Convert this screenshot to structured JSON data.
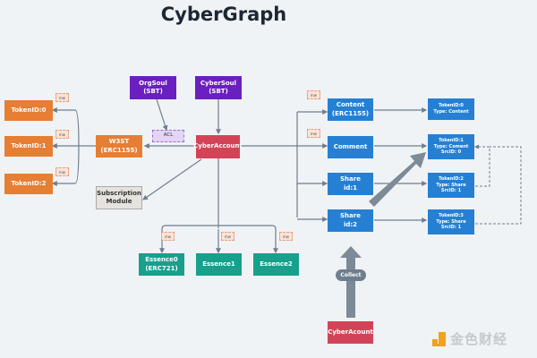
{
  "title": "CyberGraph",
  "nodes": {
    "token0": "TokenID:0",
    "token1": "TokenID:1",
    "token2": "TokenID:2",
    "w3st_line1": "W3ST",
    "w3st_line2": "(ERC1155)",
    "orgsoul_line1": "OrgSoul",
    "orgsoul_line2": "(SBT)",
    "cybersoul_line1": "CyberSoul",
    "cybersoul_line2": "(SBT)",
    "acl": "ACL",
    "cyberaccount": "CyberAccount",
    "subscription_line1": "Subscription",
    "subscription_line2": "Module",
    "content_line1": "Content",
    "content_line2": "(ERC1155)",
    "comment": "Comment",
    "share1_line1": "Share",
    "share1_line2": "id:1",
    "share2_line1": "Share",
    "share2_line2": "id:2",
    "essence0_line1": "Essence0",
    "essence0_line2": "(ERC721)",
    "essence1": "Essence1",
    "essence2": "Essence2",
    "cyberacount_bottom": "CyberAcount"
  },
  "tokens_right": [
    {
      "lines": [
        "TokenID:0",
        "Type: Content"
      ]
    },
    {
      "lines": [
        "TokenID:1",
        "Type: Coment",
        "SrcID: 0"
      ]
    },
    {
      "lines": [
        "TokenID:2",
        "Type: Share",
        "SrcID: 1"
      ]
    },
    {
      "lines": [
        "TokenID:3",
        "Type: Share",
        "SrcID: 1"
      ]
    }
  ],
  "mw_label": "mw",
  "collect_label": "Collect",
  "watermark": "金色财经"
}
